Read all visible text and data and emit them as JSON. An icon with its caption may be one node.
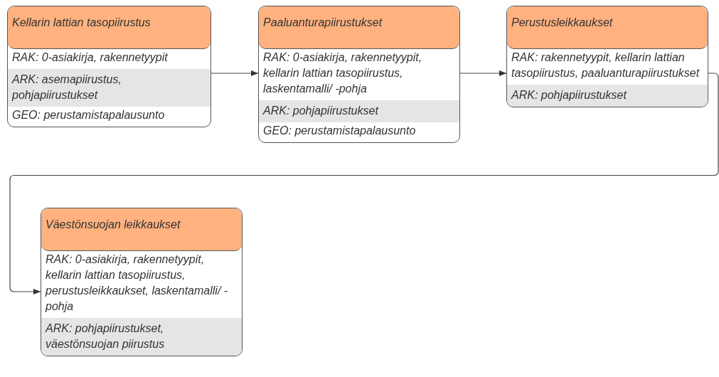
{
  "diagram": {
    "nodes": [
      {
        "text": [
          "Kellarin lattian tasopiirustus",
          "RAK: 0-asiakirja, rakennetyypit",
          "ARK: asemapiirustus, pohjapiirustukset",
          "GEO: perustamistapalausunto"
        ]
      },
      {
        "text": [
          "Paaluanturapiirustukset",
          "RAK: 0-asiakirja, rakennetyypit, kellarin lattian tasopiirustus, laskentamalli/ -pohja",
          "ARK: pohjapiirustukset",
          "GEO: perustamistapalausunto"
        ]
      },
      {
        "text": [
          "Perustusleikkaukset",
          "RAK: rakennetyypit, kellarin lattian tasopiirustus, paaluanturapiirustukset",
          "ARK: pohjapiirustukset"
        ]
      },
      {
        "text": [
          "Väestönsuojan leikkaukset",
          "RAK: 0-asiakirja, rakennetyypit, kellarin lattian tasopiirustus, perustusleikkaukset, laskentamalli/ -pohja",
          "ARK: pohjapiirustukset, väestönsuojan piirustus"
        ]
      }
    ],
    "edges": [
      {
        "from": 0,
        "to": 1,
        "arrow": "to"
      },
      {
        "from": 1,
        "to": 2,
        "arrow": "to"
      },
      {
        "from": 2,
        "to": 3,
        "arrow": "to"
      }
    ]
  }
}
